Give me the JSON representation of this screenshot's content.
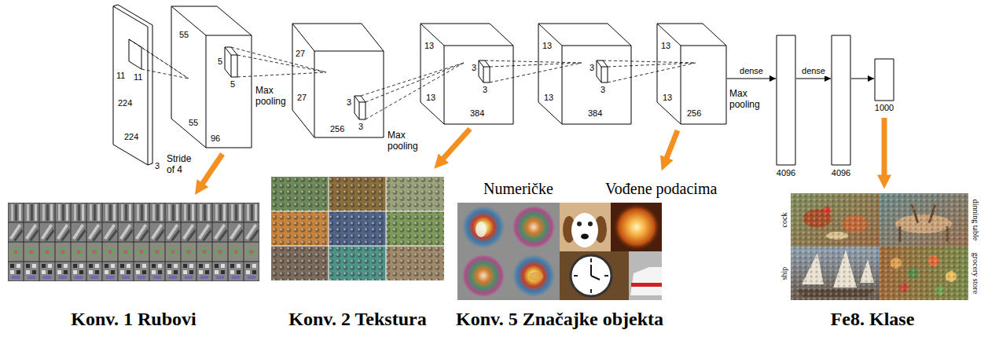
{
  "diagram": {
    "nodes": [
      {
        "text": [
          "11",
          "11",
          "224",
          "224",
          "3"
        ]
      },
      {
        "text": [
          "55",
          "5",
          "5",
          "55",
          "96"
        ]
      },
      {
        "text": [
          "27",
          "3",
          "3",
          "27",
          "256"
        ]
      },
      {
        "text": [
          "13",
          "3",
          "3",
          "13",
          "384"
        ]
      },
      {
        "text": [
          "13",
          "3",
          "3",
          "13",
          "384"
        ]
      },
      {
        "text": [
          "13",
          "13",
          "256"
        ]
      },
      {
        "text": [
          "4096"
        ]
      },
      {
        "text": [
          "4096"
        ]
      },
      {
        "text": [
          "1000"
        ]
      }
    ],
    "edges": [
      {
        "from": 5,
        "to": 6,
        "arrow": "to",
        "label": "dense"
      },
      {
        "from": 6,
        "to": 7,
        "arrow": "to",
        "label": "dense"
      },
      {
        "from": 7,
        "to": 8,
        "arrow": "to"
      }
    ],
    "labels": [
      "Stride of 4",
      "Max pooling",
      "Max pooling",
      "Max pooling",
      "Numeričke",
      "Vođene podacima",
      "cock",
      "dinning table",
      "ship",
      "grocery store",
      "Konv. 1 Rubovi",
      "Konv. 2 Tekstura",
      "Konv. 5 Značajke objekta",
      "Fe8. Klase"
    ]
  }
}
